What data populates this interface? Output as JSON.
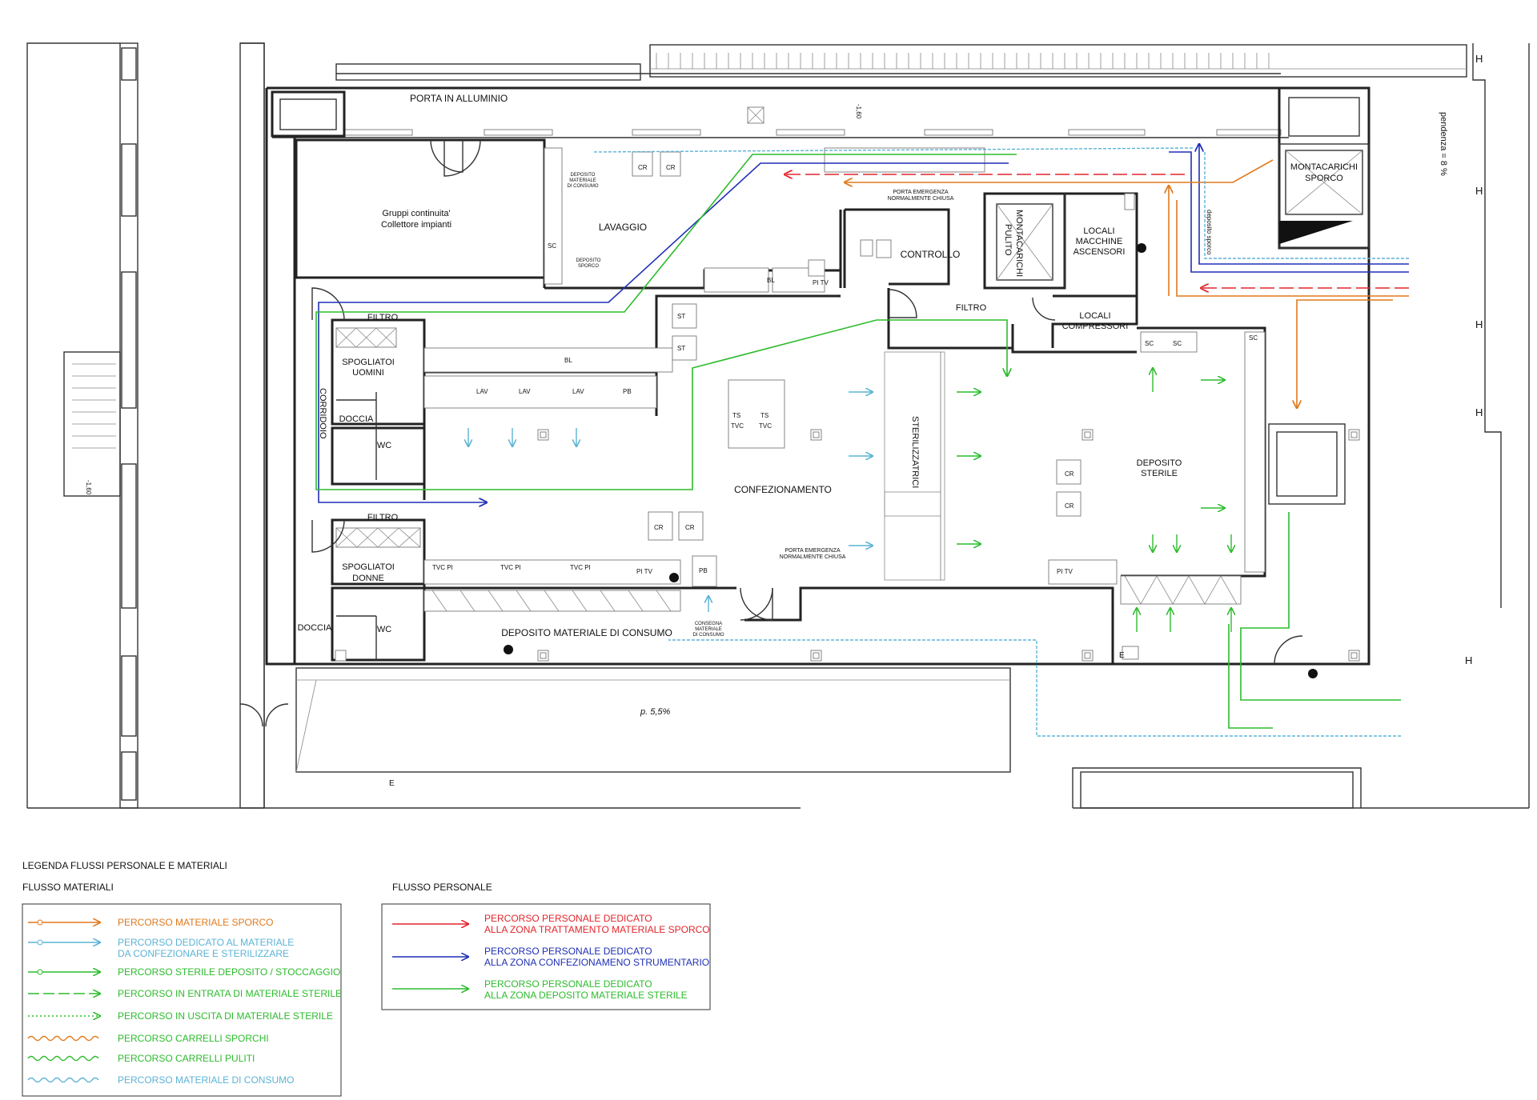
{
  "rooms": {
    "porta_alluminio": "PORTA IN ALLUMINIO",
    "gruppi_line1": "Gruppi continuita'",
    "gruppi_line2": "Collettore impianti",
    "lavaggio": "LAVAGGIO",
    "controllo": "CONTROLLO",
    "montacarichi_pulito_1": "MONTACARICHI",
    "montacarichi_pulito_2": "PULITO",
    "locali_macchine_1": "LOCALI",
    "locali_macchine_2": "MACCHINE",
    "locali_macchine_3": "ASCENSORI",
    "montacarichi_sporco_1": "MONTACARICHI",
    "montacarichi_sporco_2": "SPORCO",
    "filtro_top": "FILTRO",
    "filtro_center": "FILTRO",
    "locali_compressori_1": "LOCALI",
    "locali_compressori_2": "COMPRESSORI",
    "spogliatoi_uomini_1": "SPOGLIATOI",
    "spogliatoi_uomini_2": "UOMINI",
    "corridoio": "CORRIDOIO",
    "doccia_top": "DOCCIA",
    "wc_top": "WC",
    "sterilizzatrici": "STERILIZZATRICI",
    "deposito_sterile_1": "DEPOSITO",
    "deposito_sterile_2": "STERILE",
    "confezionamento": "CONFEZIONAMENTO",
    "filtro_bottom": "FILTRO",
    "spogliatoi_donne_1": "SPOGLIATOI",
    "spogliatoi_donne_2": "DONNE",
    "doccia_bottom": "DOCCIA",
    "wc_bottom": "WC",
    "deposito_consumo": "DEPOSITO MATERIALE DI CONSUMO",
    "pendenza_bottom": "p. 5,5%",
    "pendenza_right": "pendenza = 8 %"
  },
  "notes": {
    "porta_emergenza_top_1": "PORTA EMERGENZA",
    "porta_emergenza_top_2": "NORMALMENTE CHIUSA",
    "porta_emergenza_bottom_1": "PORTA EMERGENZA",
    "porta_emergenza_bottom_2": "NORMALMENTE CHIUSA",
    "deposito_consumo_small_1": "DEPOSITO",
    "deposito_consumo_small_2": "MATERIALE",
    "deposito_consumo_small_3": "DI CONSUMO",
    "deposito_sporco_1": "DEPOSITO",
    "deposito_sporco_2": "SPORCO",
    "consegna_1": "CONSEGNA",
    "consegna_2": "MATERIALE",
    "consegna_3": "DI CONSUMO",
    "deposito_sporco_vertical": "deposito sporco",
    "level_left": "-1,60",
    "level_top": "-1,60"
  },
  "equipment": {
    "cr": "CR",
    "lav": "LAV",
    "sc": "SC",
    "bl": "BL",
    "pb": "PB",
    "pi_tv": "PI TV",
    "tvc_pi": "TVC PI",
    "ts": "TS",
    "tvc": "TVC",
    "st": "ST",
    "lift_letter": "H",
    "e_mark": "E"
  },
  "legend": {
    "title": "LEGENDA FLUSSI PERSONALE E MATERIALI",
    "materials_heading": "FLUSSO MATERIALI",
    "personnel_heading": "FLUSSO PERSONALE",
    "materials": [
      {
        "line1": "PERCORSO MATERIALE SPORCO",
        "line2": "",
        "color": "#e0791c"
      },
      {
        "line1": "PERCORSO DEDICATO AL MATERIALE",
        "line2": "DA CONFEZIONARE E STERILIZZARE",
        "color": "#5bb3d6"
      },
      {
        "line1": "PERCORSO STERILE DEPOSITO / STOCCAGGIO",
        "line2": "",
        "color": "#2dbb2d"
      },
      {
        "line1": "PERCORSO IN ENTRATA DI MATERIALE STERILE",
        "line2": "",
        "color": "#2dbb2d"
      },
      {
        "line1": "PERCORSO IN USCITA DI MATERIALE STERILE",
        "line2": "",
        "color": "#2dbb2d"
      },
      {
        "line1": "PERCORSO CARRELLI SPORCHI",
        "line2": "",
        "color": "#e0791c"
      },
      {
        "line1": "PERCORSO CARRELLI PULITI",
        "line2": "",
        "color": "#2dbb2d"
      },
      {
        "line1": "PERCORSO MATERIALE DI CONSUMO",
        "line2": "",
        "color": "#5bb3d6"
      }
    ],
    "personnel": [
      {
        "line1": "PERCORSO PERSONALE DEDICATO",
        "line2": "ALLA ZONA TRATTAMENTO MATERIALE SPORCO",
        "color": "#e3252b"
      },
      {
        "line1": "PERCORSO PERSONALE DEDICATO",
        "line2": "ALLA ZONA CONFEZIONAMENO STRUMENTARIO",
        "color": "#1f2fb5"
      },
      {
        "line1": "PERCORSO PERSONALE DEDICATO",
        "line2": "ALLA ZONA DEPOSITO MATERIALE STERILE",
        "color": "#2dbb2d"
      }
    ]
  },
  "colors": {
    "dirty": "#e0791c",
    "red": "#e3252b",
    "blue": "#1f2fb5",
    "green": "#2dbb2d",
    "cyan": "#5bb3d6",
    "wall": "#222222"
  }
}
